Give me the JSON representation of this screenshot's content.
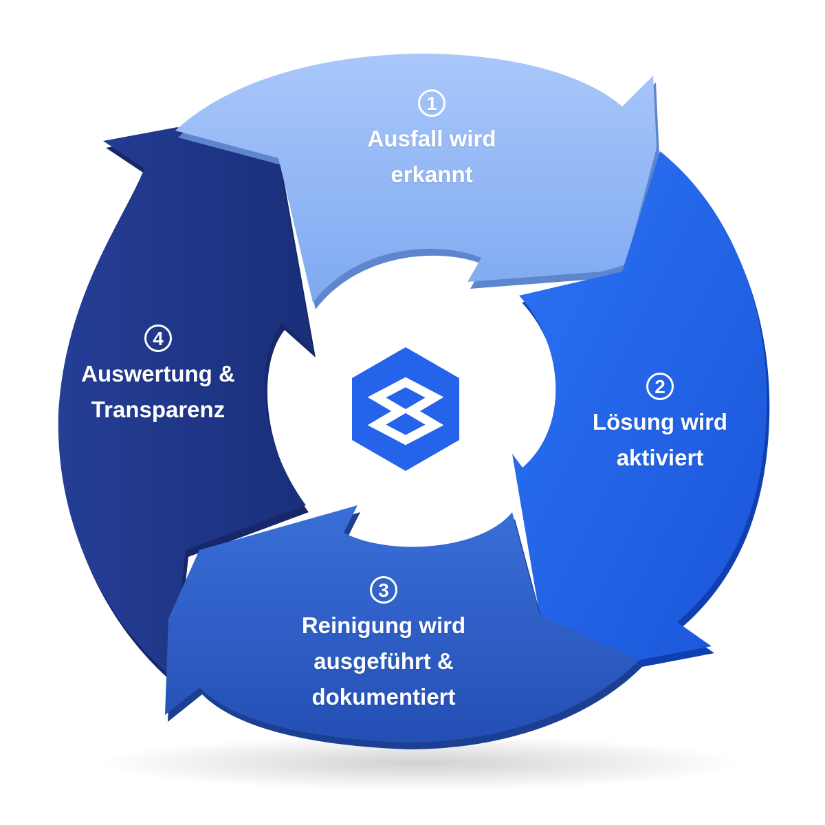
{
  "diagram": {
    "steps": [
      {
        "number": "1",
        "line1": "Ausfall wird",
        "line2": "erkannt",
        "line3": "",
        "color": "#8DB4F5"
      },
      {
        "number": "2",
        "line1": "Lösung wird",
        "line2": "aktiviert",
        "line3": "",
        "color": "#1F63E6"
      },
      {
        "number": "3",
        "line1": "Reinigung wird",
        "line2": "ausgeführt &",
        "line3": "dokumentiert",
        "color": "#2C5FC9"
      },
      {
        "number": "4",
        "line1": "Auswertung &",
        "line2": "Transparenz",
        "line3": "",
        "color": "#1E3A8C"
      }
    ],
    "logo_color": "#2563EB"
  }
}
